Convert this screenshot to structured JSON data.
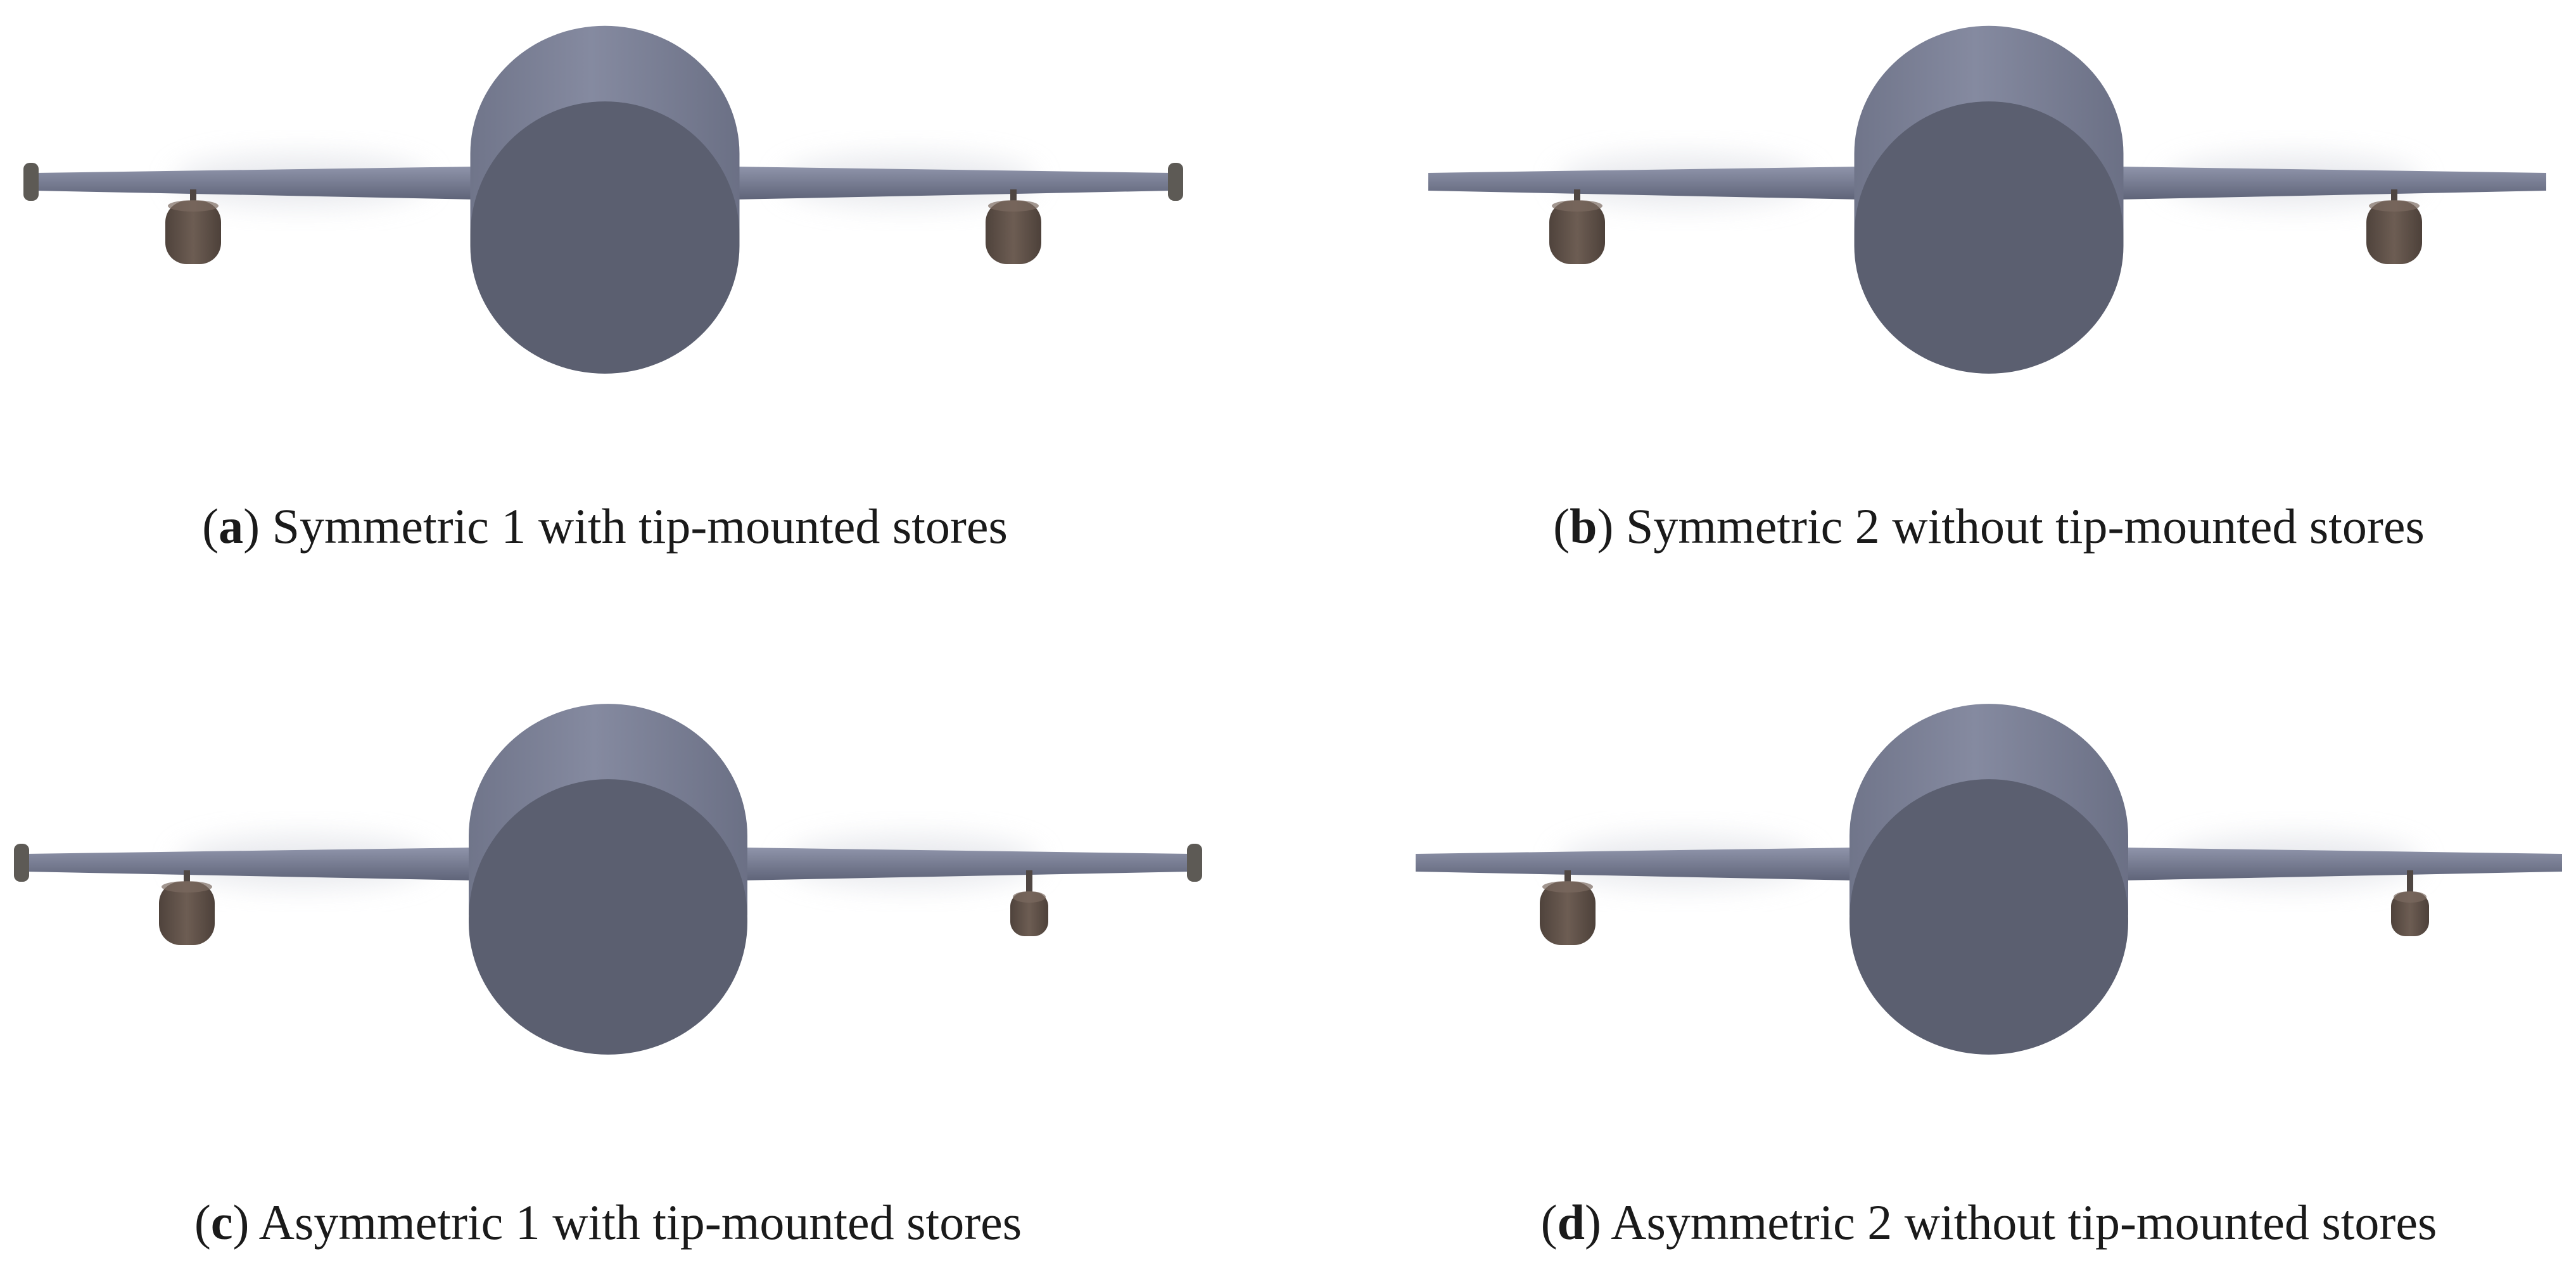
{
  "figure": {
    "panels": [
      {
        "id": "a",
        "letter": "a",
        "caption": "Symmetric 1 with tip-mounted stores",
        "tip_stores": true,
        "symmetric": true
      },
      {
        "id": "b",
        "letter": "b",
        "caption": "Symmetric 2 without tip-mounted stores",
        "tip_stores": false,
        "symmetric": true
      },
      {
        "id": "c",
        "letter": "c",
        "caption": "Asymmetric 1 with tip-mounted stores",
        "tip_stores": true,
        "symmetric": false
      },
      {
        "id": "d",
        "letter": "d",
        "caption": "Asymmetric 2 without tip-mounted stores",
        "tip_stores": false,
        "symmetric": false
      }
    ],
    "colors": {
      "fuselage_top": "#7b8196",
      "fuselage_face": "#5b5f70",
      "wing": "#7a7f96",
      "wing_edge": "#5f6479",
      "engine": "#5f5047",
      "pylon": "#4f4642",
      "tip_store": "#5d5a55",
      "background": "#ffffff"
    }
  }
}
